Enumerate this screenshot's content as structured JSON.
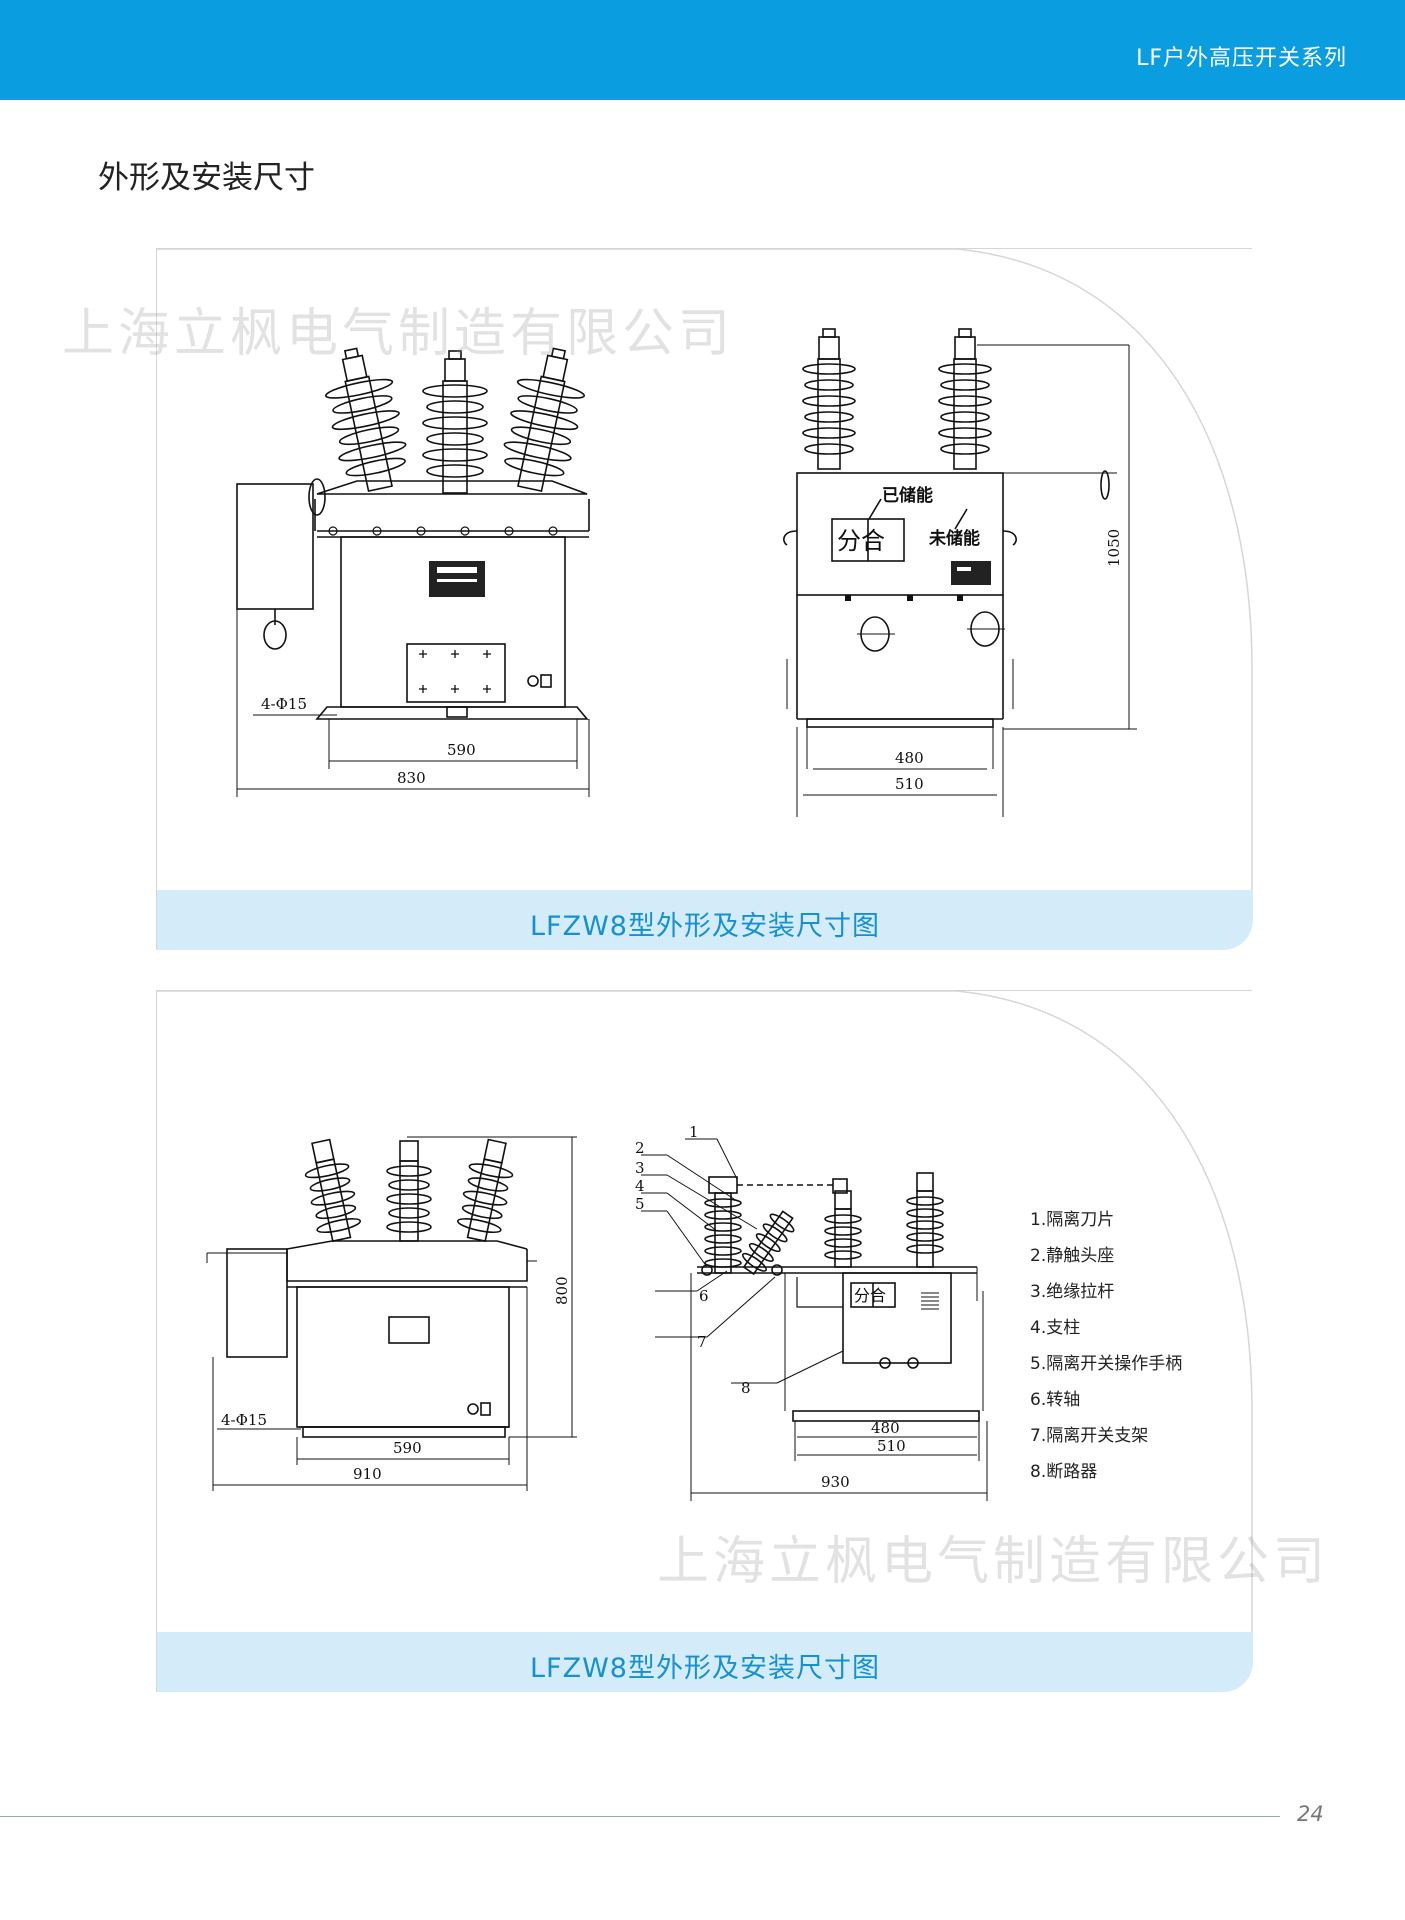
{
  "header": {
    "series_title": "LF户外高压开关系列"
  },
  "section": {
    "title": "外形及安装尺寸"
  },
  "watermark": "上海立枫电气制造有限公司",
  "panel1": {
    "caption": "LFZW8型外形及安装尺寸图",
    "front": {
      "mount": "4-Φ15",
      "dim_590": "590",
      "dim_830": "830"
    },
    "side": {
      "stored": "已储能",
      "unstored": "未储能",
      "open_close": "分合",
      "dim_480": "480",
      "dim_510": "510",
      "dim_1050": "1050"
    }
  },
  "panel2": {
    "caption": "LFZW8型外形及安装尺寸图",
    "front": {
      "mount": "4-Φ15",
      "dim_590": "590",
      "dim_910": "910",
      "dim_800": "800"
    },
    "side": {
      "open_close": "分合",
      "dim_480": "480",
      "dim_510": "510",
      "dim_930": "930",
      "callouts": [
        "1",
        "2",
        "3",
        "4",
        "5",
        "6",
        "7",
        "8"
      ]
    },
    "legend": [
      "1.隔离刀片",
      "2.静触头座",
      "3.绝缘拉杆",
      "4.支柱",
      "5.隔离开关操作手柄",
      "6.转轴",
      "7.隔离开关支架",
      "8.断路器"
    ]
  },
  "footer": {
    "page_number": "24"
  }
}
